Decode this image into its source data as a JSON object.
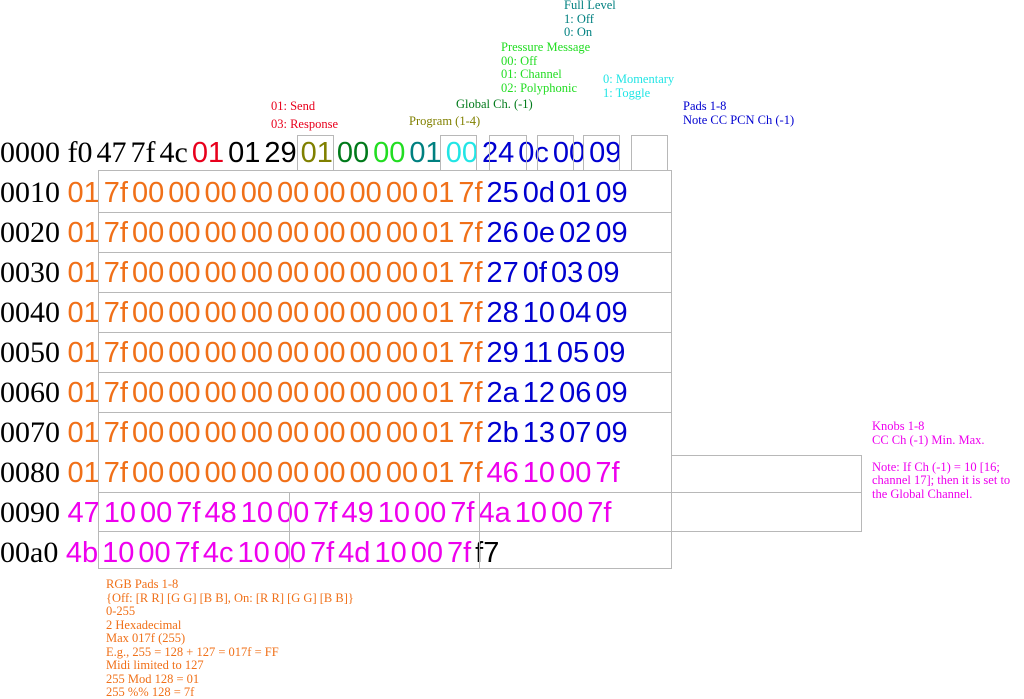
{
  "colors": {
    "black": "#000000",
    "red": "#e8001c",
    "olive": "#808000",
    "dgreen": "#007a1a",
    "lime": "#22dd22",
    "teal": "#008080",
    "cyan": "#22e5e5",
    "blue": "#0000d0",
    "orange": "#f07018",
    "magenta": "#ee00ee"
  },
  "rows": [
    {
      "addr": "0000",
      "bytes": [
        [
          "f0",
          "black",
          "s"
        ],
        [
          "47",
          "black",
          "s"
        ],
        [
          "7f",
          "black",
          "s"
        ],
        [
          "4c",
          "black",
          "s"
        ],
        [
          "01",
          "red"
        ],
        [
          "01",
          "black"
        ],
        [
          "29",
          "black"
        ],
        [
          "01",
          "olive"
        ],
        [
          "00",
          "dgreen"
        ],
        [
          "00",
          "lime"
        ],
        [
          "01",
          "teal"
        ],
        [
          "00",
          "cyan"
        ],
        [
          "24",
          "blue"
        ],
        [
          "0c",
          "blue"
        ],
        [
          "00",
          "blue"
        ],
        [
          "09",
          "blue"
        ]
      ]
    },
    {
      "addr": "0010",
      "bytes": [
        [
          "01",
          "orange"
        ],
        [
          "7f",
          "orange"
        ],
        [
          "00",
          "orange"
        ],
        [
          "00",
          "orange"
        ],
        [
          "00",
          "orange"
        ],
        [
          "00",
          "orange"
        ],
        [
          "00",
          "orange"
        ],
        [
          "00",
          "orange"
        ],
        [
          "00",
          "orange"
        ],
        [
          "00",
          "orange"
        ],
        [
          "01",
          "orange"
        ],
        [
          "7f",
          "orange"
        ],
        [
          "25",
          "blue"
        ],
        [
          "0d",
          "blue"
        ],
        [
          "01",
          "blue"
        ],
        [
          "09",
          "blue"
        ]
      ]
    },
    {
      "addr": "0020",
      "bytes": [
        [
          "01",
          "orange"
        ],
        [
          "7f",
          "orange"
        ],
        [
          "00",
          "orange"
        ],
        [
          "00",
          "orange"
        ],
        [
          "00",
          "orange"
        ],
        [
          "00",
          "orange"
        ],
        [
          "00",
          "orange"
        ],
        [
          "00",
          "orange"
        ],
        [
          "00",
          "orange"
        ],
        [
          "00",
          "orange"
        ],
        [
          "01",
          "orange"
        ],
        [
          "7f",
          "orange"
        ],
        [
          "26",
          "blue"
        ],
        [
          "0e",
          "blue"
        ],
        [
          "02",
          "blue"
        ],
        [
          "09",
          "blue"
        ]
      ]
    },
    {
      "addr": "0030",
      "bytes": [
        [
          "01",
          "orange"
        ],
        [
          "7f",
          "orange"
        ],
        [
          "00",
          "orange"
        ],
        [
          "00",
          "orange"
        ],
        [
          "00",
          "orange"
        ],
        [
          "00",
          "orange"
        ],
        [
          "00",
          "orange"
        ],
        [
          "00",
          "orange"
        ],
        [
          "00",
          "orange"
        ],
        [
          "00",
          "orange"
        ],
        [
          "01",
          "orange"
        ],
        [
          "7f",
          "orange"
        ],
        [
          "27",
          "blue"
        ],
        [
          "0f",
          "blue"
        ],
        [
          "03",
          "blue"
        ],
        [
          "09",
          "blue"
        ]
      ]
    },
    {
      "addr": "0040",
      "bytes": [
        [
          "01",
          "orange"
        ],
        [
          "7f",
          "orange"
        ],
        [
          "00",
          "orange"
        ],
        [
          "00",
          "orange"
        ],
        [
          "00",
          "orange"
        ],
        [
          "00",
          "orange"
        ],
        [
          "00",
          "orange"
        ],
        [
          "00",
          "orange"
        ],
        [
          "00",
          "orange"
        ],
        [
          "00",
          "orange"
        ],
        [
          "01",
          "orange"
        ],
        [
          "7f",
          "orange"
        ],
        [
          "28",
          "blue"
        ],
        [
          "10",
          "blue"
        ],
        [
          "04",
          "blue"
        ],
        [
          "09",
          "blue"
        ]
      ]
    },
    {
      "addr": "0050",
      "bytes": [
        [
          "01",
          "orange"
        ],
        [
          "7f",
          "orange"
        ],
        [
          "00",
          "orange"
        ],
        [
          "00",
          "orange"
        ],
        [
          "00",
          "orange"
        ],
        [
          "00",
          "orange"
        ],
        [
          "00",
          "orange"
        ],
        [
          "00",
          "orange"
        ],
        [
          "00",
          "orange"
        ],
        [
          "00",
          "orange"
        ],
        [
          "01",
          "orange"
        ],
        [
          "7f",
          "orange"
        ],
        [
          "29",
          "blue"
        ],
        [
          "11",
          "blue"
        ],
        [
          "05",
          "blue"
        ],
        [
          "09",
          "blue"
        ]
      ]
    },
    {
      "addr": "0060",
      "bytes": [
        [
          "01",
          "orange"
        ],
        [
          "7f",
          "orange"
        ],
        [
          "00",
          "orange"
        ],
        [
          "00",
          "orange"
        ],
        [
          "00",
          "orange"
        ],
        [
          "00",
          "orange"
        ],
        [
          "00",
          "orange"
        ],
        [
          "00",
          "orange"
        ],
        [
          "00",
          "orange"
        ],
        [
          "00",
          "orange"
        ],
        [
          "01",
          "orange"
        ],
        [
          "7f",
          "orange"
        ],
        [
          "2a",
          "blue"
        ],
        [
          "12",
          "blue"
        ],
        [
          "06",
          "blue"
        ],
        [
          "09",
          "blue"
        ]
      ]
    },
    {
      "addr": "0070",
      "bytes": [
        [
          "01",
          "orange"
        ],
        [
          "7f",
          "orange"
        ],
        [
          "00",
          "orange"
        ],
        [
          "00",
          "orange"
        ],
        [
          "00",
          "orange"
        ],
        [
          "00",
          "orange"
        ],
        [
          "00",
          "orange"
        ],
        [
          "00",
          "orange"
        ],
        [
          "00",
          "orange"
        ],
        [
          "00",
          "orange"
        ],
        [
          "01",
          "orange"
        ],
        [
          "7f",
          "orange"
        ],
        [
          "2b",
          "blue"
        ],
        [
          "13",
          "blue"
        ],
        [
          "07",
          "blue"
        ],
        [
          "09",
          "blue"
        ]
      ]
    },
    {
      "addr": "0080",
      "bytes": [
        [
          "01",
          "orange"
        ],
        [
          "7f",
          "orange"
        ],
        [
          "00",
          "orange"
        ],
        [
          "00",
          "orange"
        ],
        [
          "00",
          "orange"
        ],
        [
          "00",
          "orange"
        ],
        [
          "00",
          "orange"
        ],
        [
          "00",
          "orange"
        ],
        [
          "00",
          "orange"
        ],
        [
          "00",
          "orange"
        ],
        [
          "01",
          "orange"
        ],
        [
          "7f",
          "orange"
        ],
        [
          "46",
          "magenta"
        ],
        [
          "10",
          "magenta"
        ],
        [
          "00",
          "magenta"
        ],
        [
          "7f",
          "magenta"
        ]
      ]
    },
    {
      "addr": "0090",
      "bytes": [
        [
          "47",
          "magenta"
        ],
        [
          "10",
          "magenta"
        ],
        [
          "00",
          "magenta"
        ],
        [
          "7f",
          "magenta"
        ],
        [
          "48",
          "magenta"
        ],
        [
          "10",
          "magenta"
        ],
        [
          "00",
          "magenta"
        ],
        [
          "7f",
          "magenta"
        ],
        [
          "49",
          "magenta"
        ],
        [
          "10",
          "magenta"
        ],
        [
          "00",
          "magenta"
        ],
        [
          "7f",
          "magenta"
        ],
        [
          "4a",
          "magenta"
        ],
        [
          "10",
          "magenta"
        ],
        [
          "00",
          "magenta"
        ],
        [
          "7f",
          "magenta"
        ]
      ]
    },
    {
      "addr": "00a0",
      "bytes": [
        [
          "4b",
          "magenta"
        ],
        [
          "10",
          "magenta"
        ],
        [
          "00",
          "magenta"
        ],
        [
          "7f",
          "magenta"
        ],
        [
          "4c",
          "magenta"
        ],
        [
          "10",
          "magenta"
        ],
        [
          "00",
          "magenta"
        ],
        [
          "7f",
          "magenta"
        ],
        [
          "4d",
          "magenta"
        ],
        [
          "10",
          "magenta"
        ],
        [
          "00",
          "magenta"
        ],
        [
          "7f",
          "magenta"
        ],
        [
          "f7",
          "black"
        ]
      ]
    }
  ],
  "notes": {
    "full_level": [
      "Full Level",
      "1: Off",
      "0: On"
    ],
    "pressure": [
      "Pressure Message",
      "00: Off",
      "01: Channel",
      "02: Polyphonic"
    ],
    "toggle": [
      "0: Momentary",
      "1: Toggle"
    ],
    "send": [
      "01: Send",
      "03: Response"
    ],
    "global_ch": [
      "Global Ch. (-1)"
    ],
    "program": [
      "Program (1-4)"
    ],
    "pads": [
      "Pads 1-8",
      "Note CC PCN Ch (-1)"
    ],
    "knobs": [
      "Knobs 1-8",
      "CC Ch (-1) Min. Max.",
      "",
      "Note: If Ch (-1) = 10 [16;",
      "channel 17]; then it is set to",
      "the Global Channel."
    ],
    "rgb": [
      "RGB Pads 1-8",
      "{Off: [R R] [G G] [B B], On: [R R] [G G] [B B]}",
      "0-255",
      "2 Hexadecimal",
      "Max 017f (255)",
      "E.g., 255 = 128 + 127 = 017f = FF",
      "Midi limited to 127",
      "255 Mod 128 = 01",
      "255 %% 128 = 7f"
    ]
  }
}
